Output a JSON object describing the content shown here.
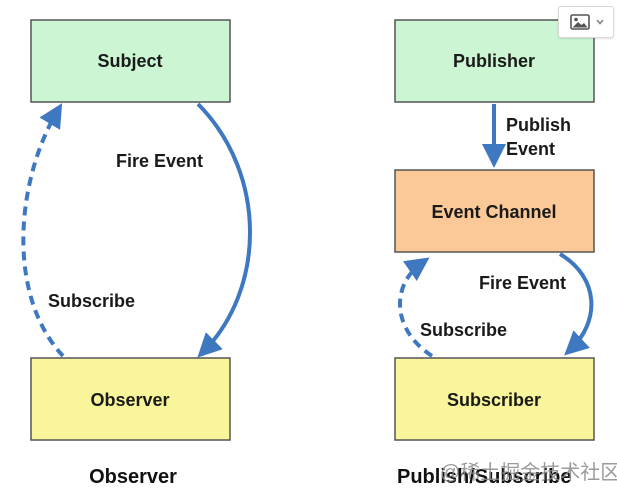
{
  "colors": {
    "subject_fill": "#ccf5d3",
    "observer_fill": "#f9f59a",
    "channel_fill": "#fbc898",
    "box_stroke": "#555555",
    "arrow": "#3d78c0"
  },
  "observer_pattern": {
    "caption": "Observer",
    "subject": "Subject",
    "observer": "Observer",
    "fire_event": "Fire Event",
    "subscribe": "Subscribe"
  },
  "pubsub_pattern": {
    "caption": "Publish/Subscribe",
    "publisher": "Publisher",
    "publish_event_line1": "Publish",
    "publish_event_line2": "Event",
    "event_channel": "Event Channel",
    "fire_event": "Fire Event",
    "subscribe": "Subscribe",
    "subscriber": "Subscriber"
  },
  "watermark": "@稀土掘金技术社区",
  "image_button": {
    "icon": "image-icon",
    "dropdown_icon": "chevron-down-icon"
  }
}
